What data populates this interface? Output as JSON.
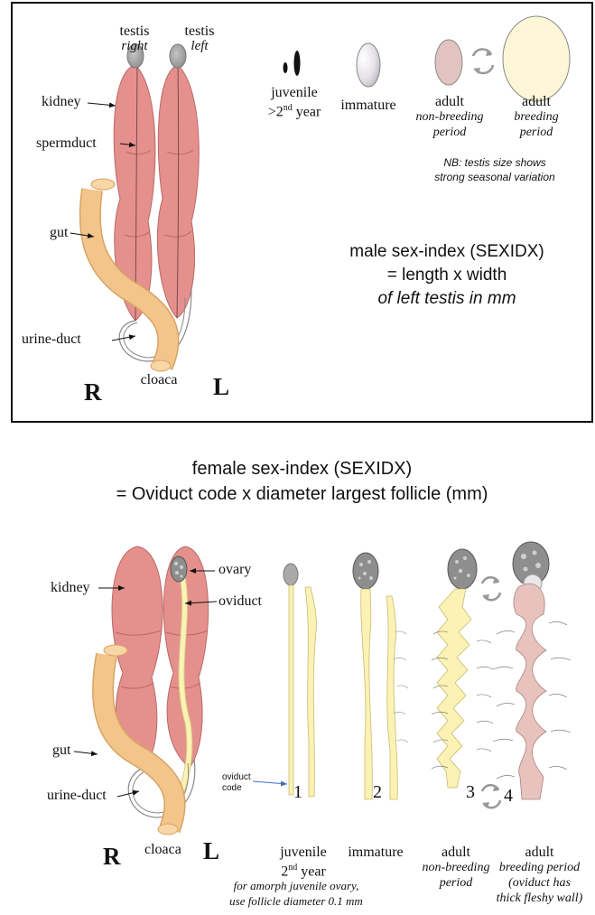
{
  "male": {
    "testis_right": "testis",
    "testis_right_sub": "right",
    "testis_left": "testis",
    "testis_left_sub": "left",
    "kidney": "kidney",
    "spermduct": "spermduct",
    "gut": "gut",
    "urine_duct": "urine-duct",
    "cloaca": "cloaca",
    "R": "R",
    "L": "L",
    "stages": [
      {
        "label": "juvenile",
        "sub": ">2",
        "sup": "nd",
        "sub2": " year"
      },
      {
        "label": "immature"
      },
      {
        "label": "adult",
        "sub1": "non-breeding",
        "sub2": "period"
      },
      {
        "label": "adult",
        "sub1": "breeding",
        "sub2": "period"
      }
    ],
    "nb_line1": "NB: testis size shows",
    "nb_line2": "strong seasonal variation",
    "formula_line1": "male sex-index (SEXIDX)",
    "formula_line2": "= length  x  width",
    "formula_line3": "of  left testis in mm"
  },
  "female": {
    "title_line1": "female sex-index (SEXIDX)",
    "title_line2": "=  Oviduct code x diameter largest follicle (mm)",
    "kidney": "kidney",
    "ovary": "ovary",
    "oviduct": "oviduct",
    "gut": "gut",
    "urine_duct": "urine-duct",
    "cloaca": "cloaca",
    "R": "R",
    "L": "L",
    "oviduct_code_line1": "oviduct",
    "oviduct_code_line2": "code",
    "codes": [
      "1",
      "2",
      "3",
      "4"
    ],
    "stages": [
      {
        "label": "juvenile",
        "line2": "2",
        "sup": "nd",
        "line2b": " year"
      },
      {
        "label": "immature"
      },
      {
        "label": "adult",
        "sub1": "non-breeding",
        "sub2": "period"
      },
      {
        "label": "adult",
        "sub1": "breeding period",
        "sub2": "(oviduct has",
        "sub3": "thick fleshy wall)"
      }
    ],
    "footnote_line1": "for amorph  juvenile ovary,",
    "footnote_line2": "use follicle diameter 0.1 mm"
  },
  "colors": {
    "kidney": "#e5908d",
    "gut": "#f3c58b",
    "testis": "#a9a9a9",
    "oviduct": "#fbf2b4",
    "breeding_testis": "#fdf7d8",
    "nonbreeding_testis": "#e2c3bf",
    "breeding_oviduct": "#e8c2bd"
  }
}
